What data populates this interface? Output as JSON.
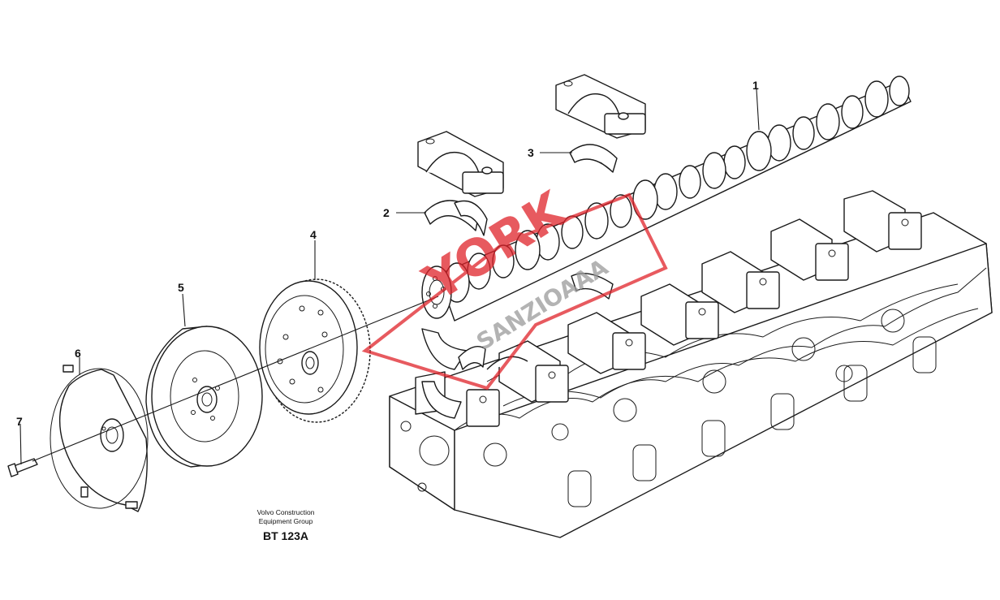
{
  "diagram": {
    "callouts": [
      {
        "id": "1",
        "label": "1"
      },
      {
        "id": "2",
        "label": "2"
      },
      {
        "id": "3",
        "label": "3"
      },
      {
        "id": "4",
        "label": "4"
      },
      {
        "id": "5",
        "label": "5"
      },
      {
        "id": "6",
        "label": "6"
      },
      {
        "id": "7",
        "label": "7"
      }
    ],
    "publisher_line1": "Volvo Construction",
    "publisher_line2": "Equipment Group",
    "figure_code": "BT 123A",
    "watermark": {
      "brand": "YORK",
      "sub": "SANZIOAAA",
      "color": "#e0232a"
    }
  }
}
